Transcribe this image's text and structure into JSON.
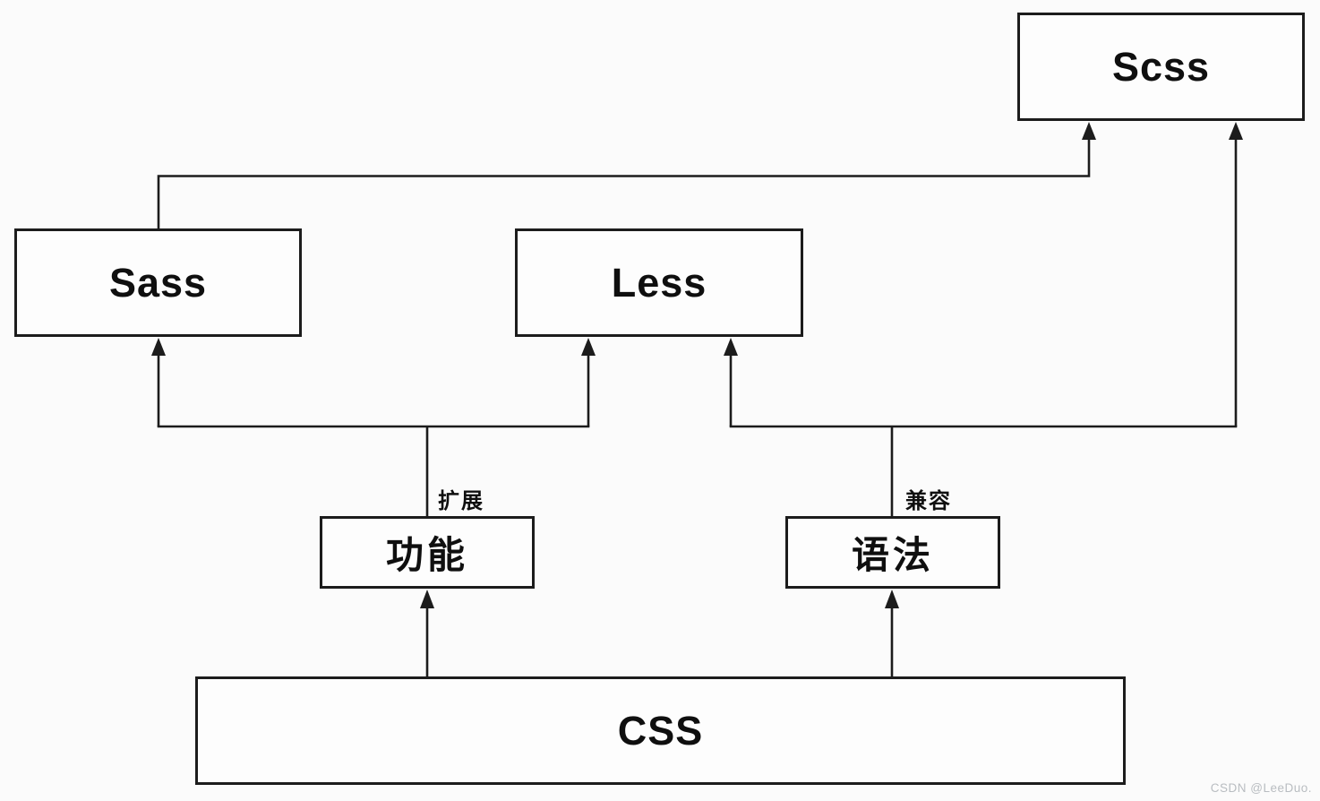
{
  "diagram": {
    "nodes": {
      "scss": {
        "label": "Scss"
      },
      "sass": {
        "label": "Sass"
      },
      "less": {
        "label": "Less"
      },
      "feature": {
        "label": "功能"
      },
      "syntax": {
        "label": "语法"
      },
      "css": {
        "label": "CSS"
      }
    },
    "edge_labels": {
      "extend": "扩展",
      "compatible": "兼容"
    },
    "edges": [
      {
        "from": "css",
        "to": "feature",
        "label": ""
      },
      {
        "from": "css",
        "to": "syntax",
        "label": ""
      },
      {
        "from": "feature",
        "to": "sass",
        "label": "扩展"
      },
      {
        "from": "feature",
        "to": "less",
        "label": "扩展"
      },
      {
        "from": "syntax",
        "to": "less",
        "label": "兼容"
      },
      {
        "from": "syntax",
        "to": "scss",
        "label": "兼容"
      },
      {
        "from": "sass",
        "to": "scss",
        "label": ""
      }
    ]
  },
  "watermark": "CSDN @LeeDuo.",
  "colors": {
    "background": "#fbfbfb",
    "box_fill": "#fdfdfd",
    "line": "#1c1c1c",
    "text": "#0f0f0f",
    "watermark": "#b9bdc1"
  }
}
